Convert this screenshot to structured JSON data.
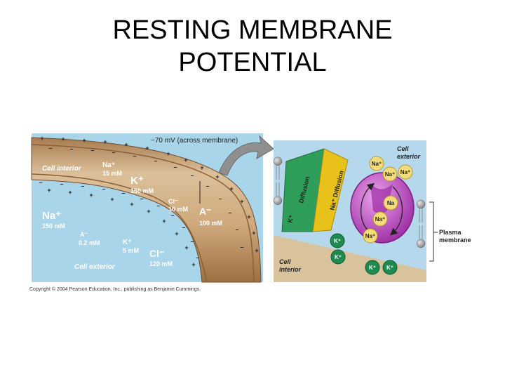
{
  "title": {
    "line1": "RESTING MEMBRANE",
    "line2": "POTENTIAL"
  },
  "left_panel": {
    "voltage": "−70 mV (across membrane)",
    "cell_interior": "Cell interior",
    "cell_exterior": "Cell exterior",
    "na_in": {
      "ion": "Na⁺",
      "conc": "15 mM"
    },
    "k_in": {
      "ion": "K⁺",
      "conc": "150 mM"
    },
    "cl_in": {
      "ion": "Cl⁻",
      "conc": "10 mM"
    },
    "a_in": {
      "ion": "A⁻",
      "conc": "100 mM"
    },
    "na_out": {
      "ion": "Na⁺",
      "conc": "150 mM"
    },
    "a_out": {
      "ion": "A⁻",
      "conc": "0.2 mM"
    },
    "k_out": {
      "ion": "K⁺",
      "conc": "5 mM"
    },
    "cl_out": {
      "ion": "Cl⁻",
      "conc": "120 mM"
    }
  },
  "right_panel": {
    "cell_exterior_line1": "Cell",
    "cell_exterior_line2": "exterior",
    "cell_interior_line1": "Cell",
    "cell_interior_line2": "interior",
    "k_channel_ion": "K⁺",
    "k_diffusion": "Diffusion",
    "na_diffusion": "Na⁺ Diffusion",
    "plasma_membrane_line1": "Plasma",
    "plasma_membrane_line2": "membrane",
    "na_ions": [
      "Na⁺",
      "Na⁺",
      "Na⁺",
      "Na",
      "Na⁺",
      "Na⁺"
    ],
    "k_ions": [
      "K⁺",
      "K⁺",
      "K⁺",
      "K⁺"
    ]
  },
  "copyright": "Copyright © 2004 Pearson Education, Inc., publishing as Benjamin Cummings.",
  "colors": {
    "membrane": "#b8895a",
    "interior": "#d9b98f",
    "exterior_left": "#a9d5ea",
    "exterior_right": "#b6d8ec",
    "pump": "#b342b8",
    "k_channel": "#2e9e5a",
    "na_channel": "#e8c21a",
    "na_ion": "#f5dc7a",
    "k_ion": "#1f8a50"
  }
}
